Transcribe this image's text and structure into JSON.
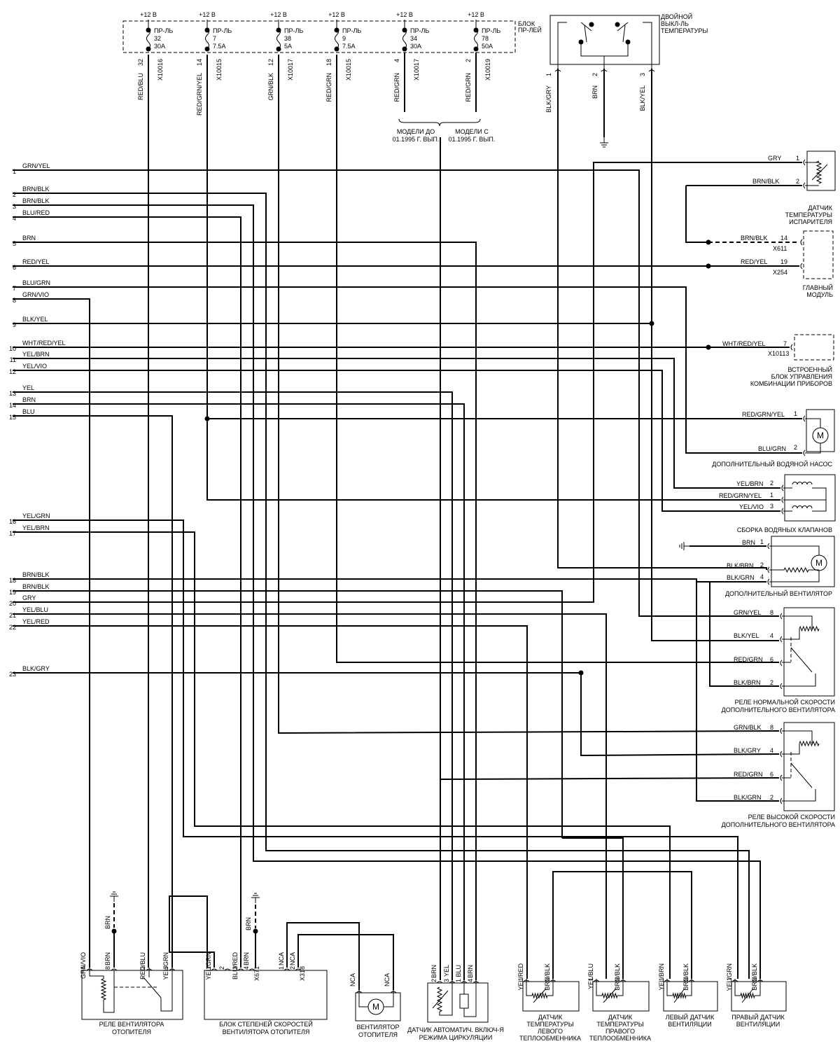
{
  "relay_block": {
    "label": "БЛОК\nПР-ЛЕЙ",
    "fuses": [
      {
        "supply": "+12 В",
        "name": "ПР-ЛЬ",
        "num": "32",
        "amp": "30A",
        "wire": "RED/BLU",
        "pin": "32",
        "conn": "X10016"
      },
      {
        "supply": "+12 В",
        "name": "ПР-ЛЬ",
        "num": "7",
        "amp": "7.5A",
        "wire": "RED/GRN/YEL",
        "pin": "14",
        "conn": "X10015"
      },
      {
        "supply": "+12 В",
        "name": "ПР-ЛЬ",
        "num": "38",
        "amp": "5A",
        "wire": "GRN/BLK",
        "pin": "12",
        "conn": "X10017"
      },
      {
        "supply": "+12 В",
        "name": "ПР-ЛЬ",
        "num": "9",
        "amp": "7.5A",
        "wire": "RED/GRN",
        "pin": "18",
        "conn": "X10015"
      },
      {
        "supply": "+12 В",
        "name": "ПР-ЛЬ",
        "num": "34",
        "amp": "30A",
        "wire": "RED/GRN",
        "pin": "4",
        "conn": "X10017"
      },
      {
        "supply": "+12 В",
        "name": "ПР-ЛЬ",
        "num": "78",
        "amp": "50A",
        "wire": "RED/GRN",
        "pin": "2",
        "conn": "X10019"
      }
    ],
    "model_before": "МОДЕЛИ ДО\n01.1995 Г. ВЫП.",
    "model_after": "МОДЕЛИ С\n01.1995 Г. ВЫП."
  },
  "temp_switch": {
    "label": "ДВОЙНОЙ\nВЫКЛ-ЛЬ\nТЕМПЕРАТУРЫ",
    "wires": [
      {
        "pin": "1",
        "color": "BLK/GRY"
      },
      {
        "pin": "2",
        "color": "BRN"
      },
      {
        "pin": "3",
        "color": "BLK/YEL"
      }
    ]
  },
  "harness_pins": [
    {
      "n": "1",
      "c": "GRN/YEL"
    },
    {
      "n": "2",
      "c": "BRN/BLK"
    },
    {
      "n": "3",
      "c": "BRN/BLK"
    },
    {
      "n": "4",
      "c": "BLU/RED"
    },
    {
      "n": "5",
      "c": "BRN"
    },
    {
      "n": "6",
      "c": "RED/YEL"
    },
    {
      "n": "7",
      "c": "BLU/GRN"
    },
    {
      "n": "8",
      "c": "GRN/VIO"
    },
    {
      "n": "9",
      "c": "BLK/YEL"
    },
    {
      "n": "10",
      "c": "WHT/RED/YEL"
    },
    {
      "n": "11",
      "c": "YEL/BRN"
    },
    {
      "n": "12",
      "c": "YEL/VIO"
    },
    {
      "n": "13",
      "c": "YEL"
    },
    {
      "n": "14",
      "c": "BRN"
    },
    {
      "n": "15",
      "c": "BLU"
    },
    {
      "n": "16",
      "c": "YEL/GRN"
    },
    {
      "n": "17",
      "c": "YEL/BRN"
    },
    {
      "n": "18",
      "c": "BRN/BLK"
    },
    {
      "n": "19",
      "c": "BRN/BLK"
    },
    {
      "n": "20",
      "c": "GRY"
    },
    {
      "n": "21",
      "c": "YEL/BLU"
    },
    {
      "n": "22",
      "c": "YEL/RED"
    },
    {
      "n": "23",
      "c": "BLK/GRY"
    }
  ],
  "components": {
    "evap_sensor": {
      "label": "ДАТЧИК\nТЕМПЕРАТУРЫ\nИСПАРИТЕЛЯ",
      "pins": [
        {
          "c": "GRY",
          "n": "1"
        },
        {
          "c": "BRN/BLK",
          "n": "2"
        }
      ]
    },
    "main_module": {
      "label": "ГЛАВНЫЙ\nМОДУЛЬ",
      "pins": [
        {
          "c": "BRN/BLK",
          "n": "14",
          "conn": "X611"
        },
        {
          "c": "RED/YEL",
          "n": "19",
          "conn": "X254"
        }
      ]
    },
    "cluster": {
      "label": "ВСТРОЕННЫЙ\nБЛОК УПРАВЛЕНИЯ\nКОМБИНАЦИИ ПРИБОРОВ",
      "pins": [
        {
          "c": "WHT/RED/YEL",
          "n": "7",
          "conn": "X10113"
        }
      ]
    },
    "water_pump": {
      "label": "ДОПОЛНИТЕЛЬНЫЙ ВОДЯНОЙ НАСОС",
      "pins": [
        {
          "c": "RED/GRN/YEL",
          "n": "1"
        },
        {
          "c": "BLU/GRN",
          "n": "2"
        }
      ],
      "motor": "M"
    },
    "valves": {
      "label": "СБОРКА ВОДЯНЫХ КЛАПАНОВ",
      "pins": [
        {
          "c": "YEL/BRN",
          "n": "2"
        },
        {
          "c": "RED/GRN/YEL",
          "n": "1"
        },
        {
          "c": "YEL/VIO",
          "n": "3"
        }
      ]
    },
    "aux_fan": {
      "label": "ДОПОЛНИТЕЛЬНЫЙ ВЕНТИЛЯТОР",
      "pins": [
        {
          "c": "BRN",
          "n": "1"
        },
        {
          "c": "BLK/BRN",
          "n": "2"
        },
        {
          "c": "BLK/GRN",
          "n": "4"
        }
      ],
      "motor": "M"
    },
    "normal_relay": {
      "label": "РЕЛЕ НОРМАЛЬНОЙ СКОРОСТИ\nДОПОЛНИТЕЛЬНОГО ВЕНТИЛЯТОРА",
      "pins": [
        {
          "c": "GRN/YEL",
          "n": "8"
        },
        {
          "c": "BLK/YEL",
          "n": "4"
        },
        {
          "c": "RED/GRN",
          "n": "6"
        },
        {
          "c": "BLK/BRN",
          "n": "2"
        }
      ]
    },
    "high_relay": {
      "label": "РЕЛЕ ВЫСОКОЙ СКОРОСТИ\nДОПОЛНИТЕЛЬНОГО ВЕНТИЛЯТОРА",
      "pins": [
        {
          "c": "GRN/BLK",
          "n": "8"
        },
        {
          "c": "BLK/GRY",
          "n": "4"
        },
        {
          "c": "RED/GRN",
          "n": "6"
        },
        {
          "c": "BLK/GRN",
          "n": "2"
        }
      ]
    },
    "heater_relay": {
      "label": "РЕЛЕ ВЕНТИЛЯТОРА\nОТОПИТЕЛЯ",
      "pins": [
        {
          "c": "GRN/VIO",
          "n": "4"
        },
        {
          "c": "BRN",
          "n": "8"
        },
        {
          "c": "RED/BLU",
          "n": "2"
        },
        {
          "c": "YEL/GRN",
          "n": "6"
        }
      ],
      "extra": "BRN"
    },
    "speed_block": {
      "label": "БЛОК СТЕПЕНЕЙ СКОРОСТЕЙ\nВЕНТИЛЯТОРА ОТОПИТЕЛЯ",
      "pins": [
        {
          "c": "YEL/GRN",
          "n": "1"
        },
        {
          "c": "",
          "n": "2"
        },
        {
          "c": "BLU/RED",
          "n": "3"
        },
        {
          "c": "BRN",
          "n": "4"
        },
        {
          "c": "X671",
          "n": ""
        },
        {
          "c": "NCA",
          "n": "1"
        },
        {
          "c": "NCA",
          "n": "2"
        },
        {
          "c": "X318",
          "n": ""
        }
      ],
      "extra": "BRN"
    },
    "heater_fan": {
      "label": "ВЕНТИЛЯТОР\nОТОПИТЕЛЯ",
      "pins": [
        {
          "c": "NCA"
        },
        {
          "c": "NCA"
        }
      ],
      "motor": "M"
    },
    "recirc_sensor": {
      "label": "ДАТЧИК АВТОМАТИЧ. ВКЛЮЧ-Я\nРЕЖИМА ЦИРКУЛЯЦИИ",
      "pins": [
        {
          "c": "BRN",
          "n": "2"
        },
        {
          "c": "YEL",
          "n": "3"
        },
        {
          "c": "BLU",
          "n": "1"
        },
        {
          "c": "BRN",
          "n": "4"
        }
      ]
    },
    "left_hx": {
      "label": "ДАТЧИК\nТЕМПЕРАТУРЫ\nЛЕВОГО\nТЕПЛООБМЕННИКА",
      "pins": [
        {
          "c": "YEL/RED",
          "n": "1"
        },
        {
          "c": "BRN/BLK",
          "n": "2"
        }
      ]
    },
    "right_hx": {
      "label": "ДАТЧИК\nТЕМПЕРАТУРЫ\nПРАВОГО\nТЕПЛООБМЕННИКА",
      "pins": [
        {
          "c": "YEL/BLU",
          "n": "1"
        },
        {
          "c": "BRN/BLK",
          "n": "2"
        }
      ]
    },
    "left_vent": {
      "label": "ЛЕВЫЙ ДАТЧИК\nВЕНТИЛЯЦИИ",
      "pins": [
        {
          "c": "YEL/BRN",
          "n": "1"
        },
        {
          "c": "BRN/BLK",
          "n": "2"
        }
      ]
    },
    "right_vent": {
      "label": "ПРАВЫЙ ДАТЧИК\nВЕНТИЛЯЦИИ",
      "pins": [
        {
          "c": "YEL/GRN",
          "n": "1"
        },
        {
          "c": "BRN/BLK",
          "n": "2"
        }
      ]
    }
  },
  "motor_letter": "M"
}
